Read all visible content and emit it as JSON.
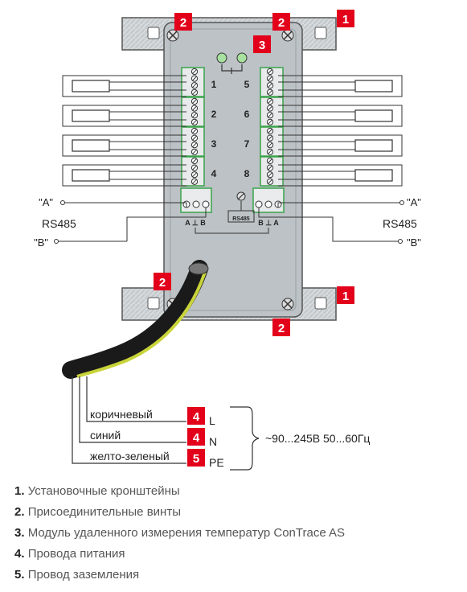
{
  "callouts": [
    {
      "id": "c-tl",
      "text": "2"
    },
    {
      "id": "c-tr",
      "text": "2"
    },
    {
      "id": "c-r1",
      "text": "1"
    },
    {
      "id": "c-3",
      "text": "3"
    },
    {
      "id": "c-bl",
      "text": "2"
    },
    {
      "id": "c-br1",
      "text": "1"
    },
    {
      "id": "c-b2",
      "text": "2"
    },
    {
      "id": "c-4a",
      "text": "4"
    },
    {
      "id": "c-4b",
      "text": "4"
    },
    {
      "id": "c-5",
      "text": "5"
    }
  ],
  "channels": {
    "left": [
      "1",
      "2",
      "3",
      "4"
    ],
    "right": [
      "5",
      "6",
      "7",
      "8"
    ]
  },
  "rs485": {
    "a_left": "\"A\"",
    "a_right": "\"A\"",
    "label_left": "RS485",
    "label_right": "RS485",
    "b_left": "\"B\"",
    "b_right": "\"B\"",
    "terminal_left": "A ⊥ B",
    "terminal_right": "B ⊥ A",
    "center": "RS485"
  },
  "wires": {
    "brown": "коричневый",
    "blue": "синий",
    "yellow_green": "желто-зеленый",
    "l": "L",
    "n": "N",
    "pe": "PE",
    "supply": "~90...245В 50...60Гц"
  },
  "legend": [
    {
      "num": "1.",
      "text": "Установочные кронштейны"
    },
    {
      "num": "2.",
      "text": "Присоединительные винты"
    },
    {
      "num": "3.",
      "text": "Модуль удаленного измерения температур ConTrace AS"
    },
    {
      "num": "4.",
      "text": "Провода питания"
    },
    {
      "num": "5.",
      "text": "Провод заземления"
    }
  ],
  "colors": {
    "callout": "#e3001b",
    "housing": "#b9bfc3",
    "housing_dark": "#8c9396",
    "terminal": "#e8eaeb",
    "terminal_green": "#3aa34a",
    "led": "#a8e0a0",
    "cable": "#1a1a1a",
    "cable_stripe": "#c9d43a",
    "line": "#333333"
  }
}
